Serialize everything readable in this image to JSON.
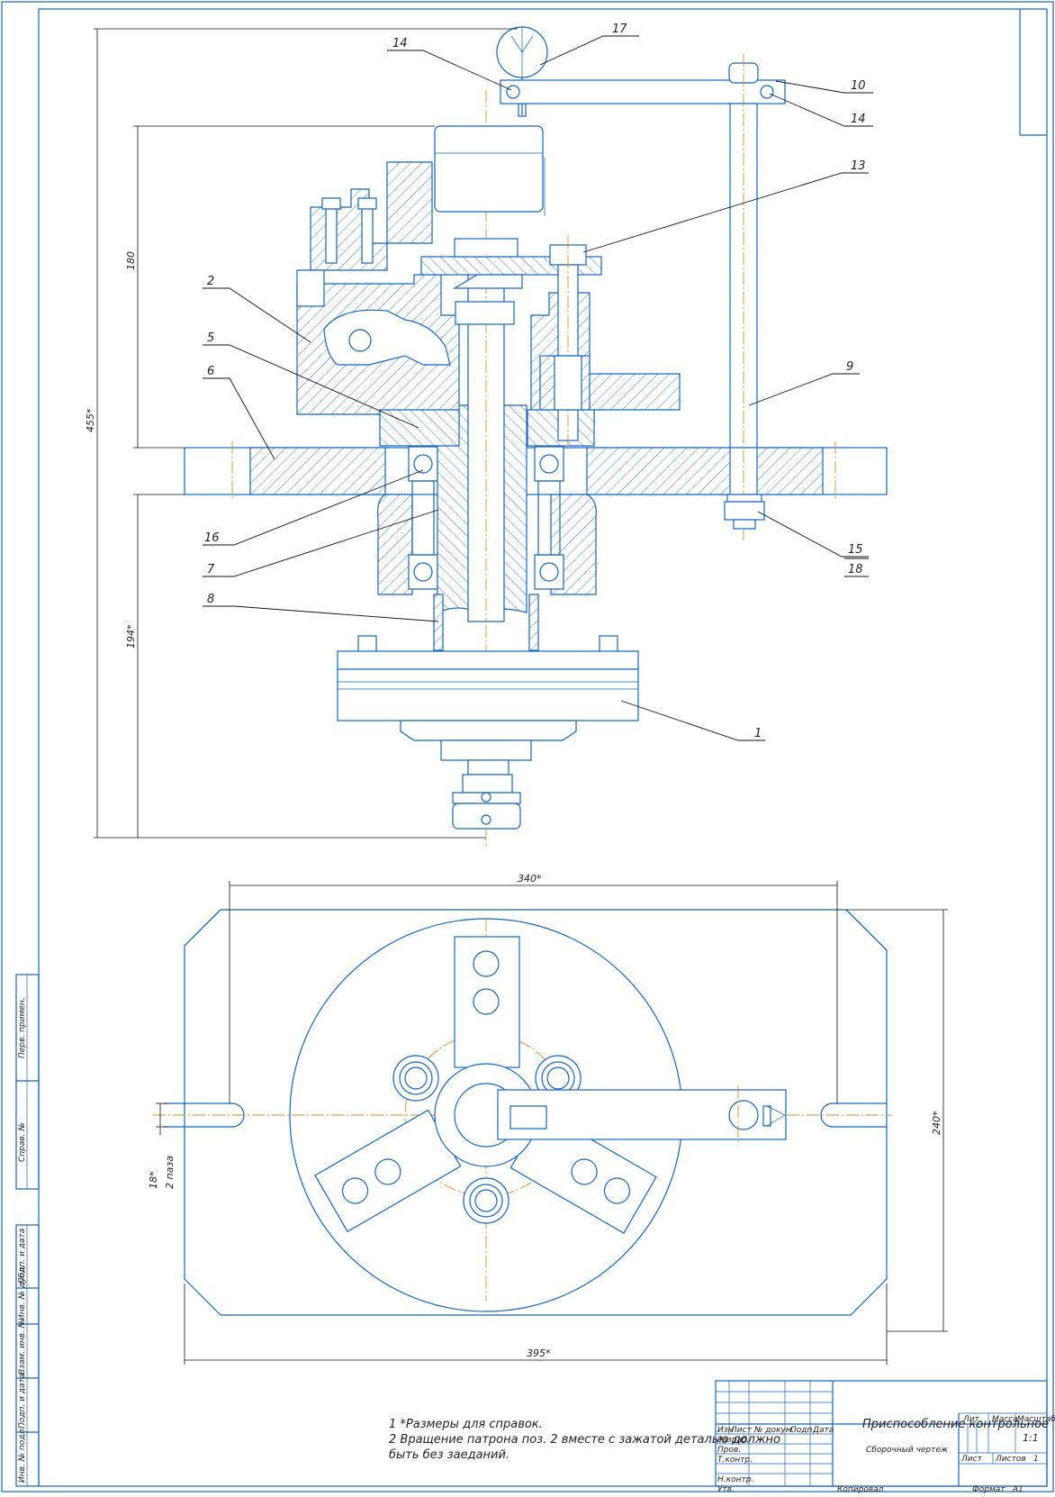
{
  "title_block": {
    "title": "Приспособление контрольное",
    "subtitle": "Сборочный чертеж",
    "col_izm": "Изм",
    "col_list": "Лист",
    "col_ndokum": "№ докум.",
    "col_podp": "Подп.",
    "col_data": "Дата",
    "row_razrab": "Разраб.",
    "row_prov": "Пров.",
    "row_tkontr": "Т.контр.",
    "row_nkontr": "Н.контр.",
    "row_utv": "Утв.",
    "lit": "Лит.",
    "massa": "Масса",
    "masshtab": "Масштаб",
    "scale_value": "1:1",
    "list": "Лист",
    "listov": "Листов",
    "listov_value": "1",
    "kopiroval": "Копировал",
    "format": "Формат",
    "format_value": "А1"
  },
  "notes": {
    "line1": "1 *Размеры для справок.",
    "line2": "2 Вращение патрона поз. 2 вместе с зажатой деталью должно",
    "line3": "быть без заеданий."
  },
  "side_stamp": {
    "perv_primen": "Перв. примен.",
    "sprav_no": "Справ. №",
    "podp_data_1": "Подп. и дата",
    "inv_dubl": "Инв. № дубл.",
    "vzam_inv": "Взам. инв. №",
    "podp_data_2": "Подп. и дата",
    "inv_podl": "Инв. № подл."
  },
  "dimensions": {
    "overall_height": "455*",
    "upper_height": "180",
    "lower_height": "194*",
    "top_width": "340*",
    "bottom_width": "395*",
    "plan_height": "240*",
    "slot_size": "18*",
    "slot_note": "2 паза"
  },
  "positions": {
    "p1": "1",
    "p2": "2",
    "p5": "5",
    "p6": "6",
    "p7": "7",
    "p8": "8",
    "p9": "9",
    "p10": "10",
    "p13": "13",
    "p14a": "14",
    "p14b": "14",
    "p15": "15",
    "p16": "16",
    "p17": "17",
    "p18": "18"
  }
}
